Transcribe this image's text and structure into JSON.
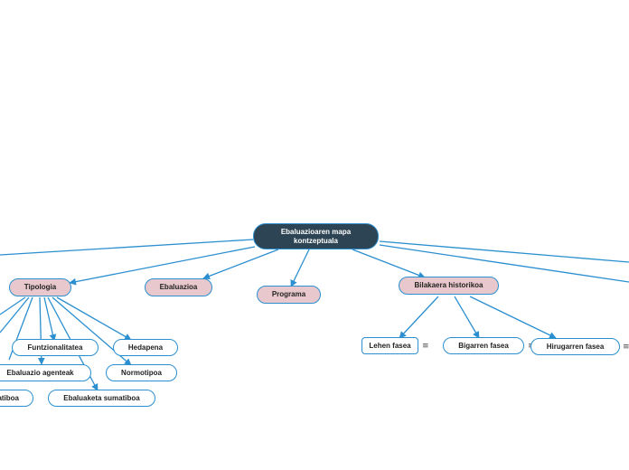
{
  "mindmap": {
    "root": "Ebaluazioaren mapa kontzeptuala",
    "branches": {
      "tipologia": "Tipologia",
      "ebaluazioa": "Ebaluazioa",
      "programa": "Programa",
      "bilakaera": "Bilakaera historikoa"
    },
    "tipologia_children": {
      "funtzionalitatea": "Funtzionalitatea",
      "hedapena": "Hedapena",
      "agenteak": "Ebaluazio agenteak",
      "normotipoa": "Normotipoa",
      "formatiboa": "atiboa",
      "sumatiboa": "Ebaluaketa sumatiboa"
    },
    "bilakaera_children": {
      "lehen": "Lehen fasea",
      "bigarren": "Bigarren fasea",
      "hirugarren": "Hirugarren fasea"
    },
    "note_icon": "≡"
  },
  "colors": {
    "root_fill": "#2d4454",
    "branch_fill": "#e8c8cc",
    "line": "#2b8fd0"
  }
}
